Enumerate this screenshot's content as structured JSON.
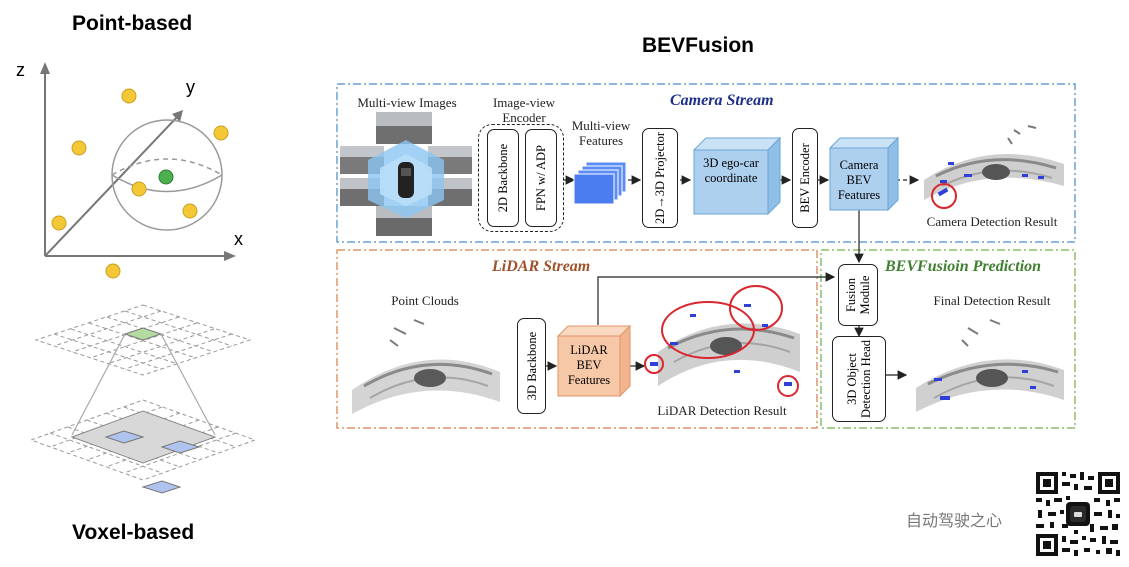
{
  "left": {
    "point_title": "Point-based",
    "voxel_title": "Voxel-based",
    "axis_z": "z",
    "axis_y": "y",
    "axis_x": "x"
  },
  "main_title": "BEVFusion",
  "camera_stream": {
    "title": "Camera Stream",
    "multi_view_images": "Multi-view Images",
    "image_view_encoder": "Image-view Encoder",
    "backbone_2d": "2D Backbone",
    "fpn_adp": "FPN w/ ADP",
    "multi_view_features": "Multi-view Features",
    "projector": "2D→3D Projector",
    "ego_car_coordinate": "3D ego-car coordinate",
    "bev_encoder": "BEV Encoder",
    "camera_bev_features": "Camera BEV Features",
    "detection_result": "Camera Detection Result"
  },
  "lidar_stream": {
    "title": "LiDAR Stream",
    "point_clouds": "Point Clouds",
    "backbone_3d": "3D Backbone",
    "lidar_bev_features": "LiDAR BEV Features",
    "detection_result": "LiDAR Detection Result"
  },
  "fusion": {
    "title": "BEVFusioin Prediction",
    "fusion_module": "Fusion Module",
    "detection_head": "3D Object Detection Head",
    "final_result": "Final Detection Result"
  },
  "watermark": "自动驾驶之心",
  "colors": {
    "camera_border": "#6a9fd0",
    "lidar_border": "#e0956a",
    "fusion_border": "#8cbf6e",
    "camera_title": "#1e2f8a",
    "lidar_title": "#a0522d",
    "fusion_title": "#3f7f2f",
    "point_yellow": "#f3c735",
    "point_green": "#4caf50",
    "voxel_blue": "#aec4ef",
    "voxel_gray": "#d8d8d8",
    "voxel_green": "#b5dca0",
    "cube_blue": "#aed0ef",
    "cube_orange": "#f7c8a8",
    "detection_red": "#d9262f"
  }
}
